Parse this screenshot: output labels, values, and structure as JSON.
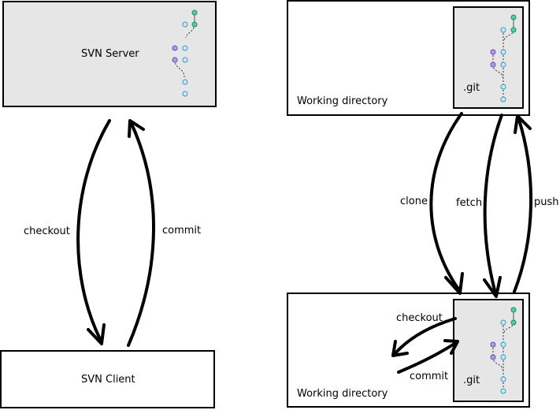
{
  "svn": {
    "server_label": "SVN Server",
    "client_label": "SVN Client",
    "checkout_label": "checkout",
    "commit_label": "commit"
  },
  "git": {
    "remote": {
      "working_dir_label": "Working directory",
      "git_label": ".git"
    },
    "local": {
      "working_dir_label": "Working directory",
      "git_label": ".git",
      "checkout_label": "checkout",
      "commit_label": "commit"
    },
    "clone_label": "clone",
    "fetch_label": "fetch",
    "push_label": "push"
  },
  "colors": {
    "node_blue": "#cfe8f8",
    "node_blue_stroke": "#3399cc",
    "node_green": "#4fd39a",
    "node_green_stroke": "#1e8a5a",
    "node_purple": "#b49ae8",
    "node_purple_stroke": "#6a4bb0"
  }
}
